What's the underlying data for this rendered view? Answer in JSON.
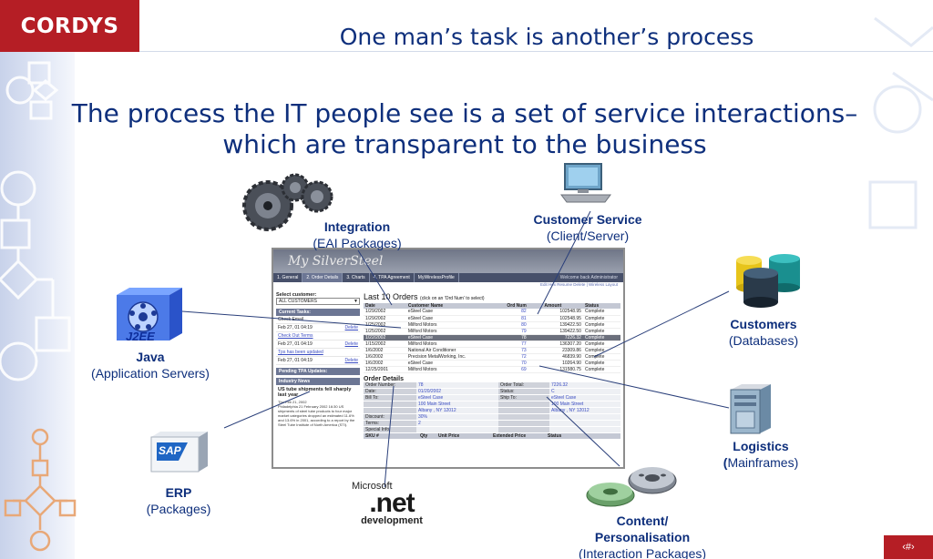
{
  "logo": "CORDYS",
  "title": "One man’s task is another’s process",
  "subtitle": {
    "line1": "The process the IT people see is a set of service interactions–",
    "line2": "which are transparent to the business"
  },
  "nodes": {
    "integration": {
      "name": "Integration",
      "detail": "(EAI Packages)"
    },
    "customer_service": {
      "name": "Customer Service",
      "detail": "(Client/Server)"
    },
    "java": {
      "name": "Java",
      "detail": "(Application Servers)",
      "badge": "J2EE"
    },
    "customers": {
      "name": "Customers",
      "detail": "(Databases)"
    },
    "logistics": {
      "name": "Logistics",
      "detail": "(Mainframes)",
      "paren_open": "("
    },
    "erp": {
      "name": "ERP",
      "detail": "(Packages)",
      "badge": "SAP"
    },
    "net": {
      "brand": "Microsoft",
      "logo": ".net",
      "detail": "development"
    },
    "content": {
      "line1": "Content/",
      "line2": "Personalisation",
      "detail": "(Interaction Packages)"
    }
  },
  "app": {
    "banner": "My SilverSteel",
    "tabs": [
      "1. General",
      "2. Order Details",
      "3. Charts",
      "4. TPA Agreement",
      "MyWirelessProfile"
    ],
    "welcome": "Welcome back Administrator",
    "links": "Edit  Hex  Resume  Delete  |  Wireless Layout",
    "select_label": "Select customer:",
    "select_value": "ALL CUSTOMERS",
    "current_tasks": "Current Tasks:",
    "tasks": [
      {
        "text": "Check Email",
        "action": ""
      },
      {
        "text": "Feb 27, 01 04:19",
        "action": "Delete"
      },
      {
        "text": "Check Out Terms",
        "action": ""
      },
      {
        "text": "Feb 27, 01 04:19",
        "action": "Delete"
      },
      {
        "text": "Tps has been updated",
        "action": ""
      },
      {
        "text": "Feb 27, 01 04:19",
        "action": "Delete"
      }
    ],
    "pending": "Pending TPA Updates:",
    "industry_news": "Industry News",
    "news_title": "US tube shipments fell sharply last year",
    "news_date": "Thu Feb 21, 2002",
    "news_body": "Philadelphia 21 February 2002 16:30 US shipments of steel tube products to four major market categories dropped an estimated 11.6% and 13.6% in 2001, according to a report by the Steel Tube Institute of North America (STI).",
    "orders_title": "Last 10 Orders",
    "orders_hint": "(click on an 'Ord Num' to select)",
    "orders_cols": [
      "Date",
      "Customer Name",
      "Ord Num",
      "Amount",
      "Status"
    ],
    "orders": [
      [
        "1/29/2002",
        "eSteel Case",
        "82",
        "102548.95",
        "Complete"
      ],
      [
        "1/29/2002",
        "eSteel Case",
        "81",
        "102548.95",
        "Complete"
      ],
      [
        "1/25/2002",
        "Milford Motors",
        "80",
        "139422.50",
        "Complete"
      ],
      [
        "1/25/2002",
        "Milford Motors",
        "79",
        "139422.50",
        "Complete"
      ],
      [
        "1/22/2002",
        "eSteel Case",
        "78",
        "7226.32",
        "Complete"
      ],
      [
        "1/15/2002",
        "Milford Motors",
        "77",
        "136307.20",
        "Complete"
      ],
      [
        "1/6/2002",
        "National Air Conditioner",
        "73",
        "23309.86",
        "Complete"
      ],
      [
        "1/6/2002",
        "Precision MetalWorking, Inc.",
        "72",
        "46839.90",
        "Complete"
      ],
      [
        "1/6/2002",
        "eSteel Case",
        "70",
        "10264.90",
        "Complete"
      ],
      [
        "12/25/2001",
        "Milford Motors",
        "69",
        "131580.75",
        "Complete"
      ]
    ],
    "order_details": "Order Details",
    "od": {
      "order_number_label": "Order Number:",
      "order_number": "78",
      "date_label": "Date:",
      "date": "01/20/2002",
      "total_label": "Order Total:",
      "total": "7226.32",
      "status_label": "Status:",
      "status": "C",
      "bill_label": "Bill To:",
      "bill": "eSteel Case",
      "ship_label": "Ship To:",
      "ship": "eSteel Case",
      "address1": "100 Main Street",
      "address2": "Albany , NY 12012",
      "discount_label": "Discount:",
      "discount": "30%",
      "terms_label": "Terms:",
      "terms": "2",
      "special_label": "Special Info:"
    },
    "sku_cols": [
      "SKU #",
      "Qty",
      "Unit Price",
      "Extended Price",
      "Status"
    ]
  },
  "page_number": "‹#›",
  "colors": {
    "brand": "#b51e25",
    "title": "#0e2f7c"
  }
}
